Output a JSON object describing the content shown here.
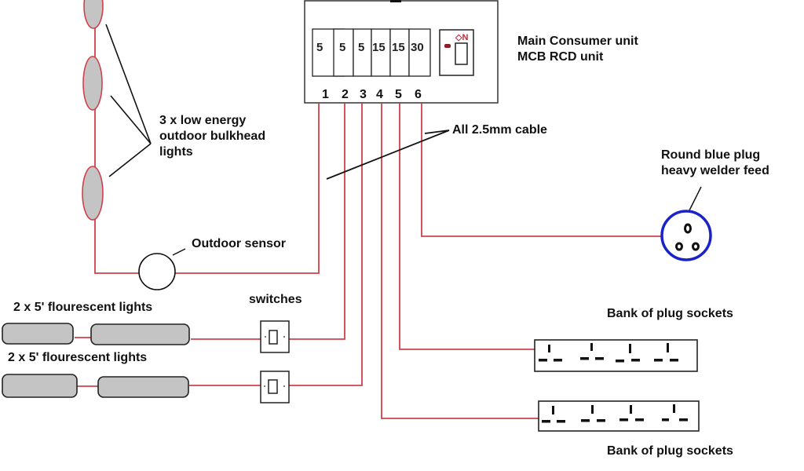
{
  "consumer_unit": {
    "title_line1": "Main Consumer unit",
    "title_line2": "MCB RCD unit",
    "breakers": [
      "5",
      "5",
      "5",
      "15",
      "15",
      "30"
    ],
    "terminals": [
      "1",
      "2",
      "3",
      "4",
      "5",
      "6"
    ],
    "rcd_label": "◇N"
  },
  "labels": {
    "bulkhead_line1": "3 x low energy",
    "bulkhead_line2": "outdoor bulkhead",
    "bulkhead_line3": "lights",
    "cable": "All 2.5mm cable",
    "outdoor_sensor": "Outdoor sensor",
    "welder_line1": "Round blue plug",
    "welder_line2": "heavy welder feed",
    "switches": "switches",
    "fluorescent_1": "2 x 5' flourescent lights",
    "fluorescent_2": "2 x 5' flourescent lights",
    "sockets_1": "Bank of plug sockets",
    "sockets_2": "Bank of plug sockets"
  },
  "colors": {
    "wire": "#d0404a",
    "outline": "#111111",
    "lamp_fill": "#c4c4c4",
    "plug_ring": "#1a22c8",
    "rcd_accent": "#c0283a"
  }
}
